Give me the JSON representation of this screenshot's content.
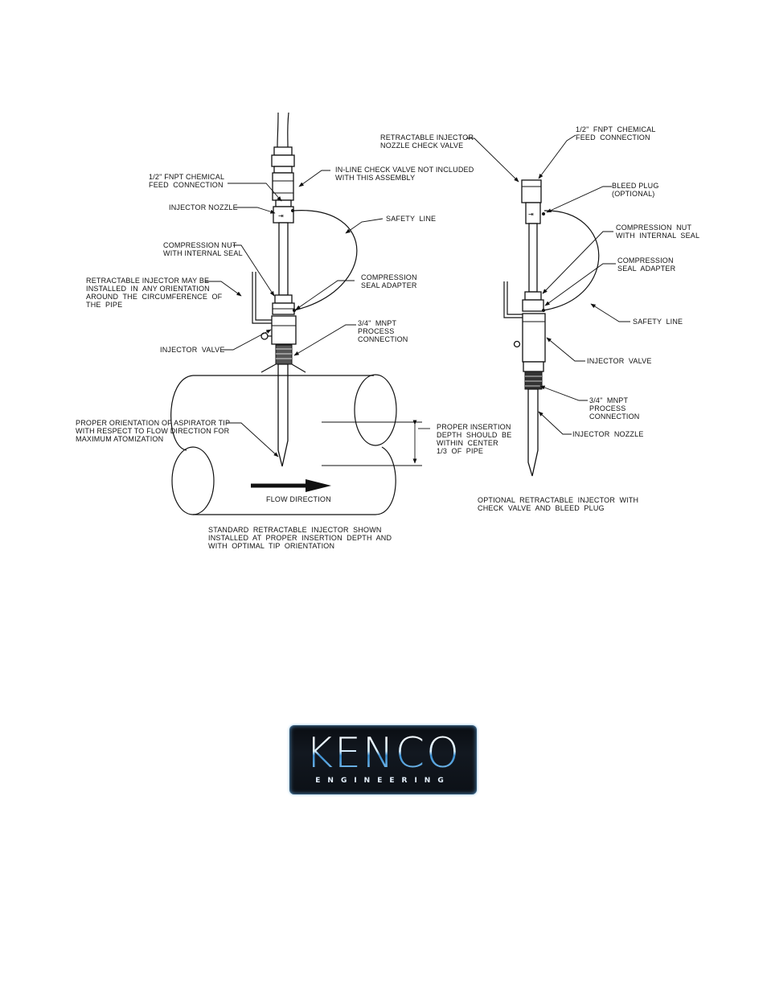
{
  "left_diagram": {
    "labels": {
      "chem_feed": "1/2\" FNPT CHEMICAL\nFEED  CONNECTION",
      "inline_check": "IN-LINE CHECK VALVE NOT INCLUDED\nWITH THIS ASSEMBLY",
      "injector_nozzle": "INJECTOR NOZZLE",
      "safety_line": "SAFETY  LINE",
      "compression_nut": "COMPRESSION NUT\nWITH INTERNAL SEAL",
      "orientation_note": "RETRACTABLE INJECTOR MAY BE\nINSTALLED  IN  ANY ORIENTATION\nAROUND  THE  CIRCUMFERENCE  OF\nTHE  PIPE",
      "compression_adapter": "COMPRESSION\nSEAL ADAPTER",
      "injector_valve": "INJECTOR  VALVE",
      "process_conn": "3/4\"  MNPT\nPROCESS\nCONNECTION",
      "aspirator_tip": "PROPER ORIENTATION OF ASPIRATOR TIP\nWITH RESPECT TO FLOW DIRECTION FOR\nMAXIMUM ATOMIZATION",
      "insertion_depth": "PROPER INSERTION\nDEPTH  SHOULD  BE\nWITHIN  CENTER\n1/3  OF  PIPE",
      "flow_direction": "FLOW DIRECTION",
      "caption": "STANDARD  RETRACTABLE  INJECTOR  SHOWN\nINSTALLED  AT  PROPER  INSERTION  DEPTH  AND\nWITH  OPTIMAL  TIP  ORIENTATION"
    }
  },
  "right_diagram": {
    "labels": {
      "nozzle_check": "RETRACTABLE INJECTOR\nNOZZLE CHECK VALVE",
      "chem_feed": "1/2\"  FNPT  CHEMICAL\nFEED  CONNECTION",
      "bleed_plug": "BLEED PLUG\n(OPTIONAL)",
      "compression_nut": "COMPRESSION  NUT\nWITH  INTERNAL  SEAL",
      "compression_adapter": "COMPRESSION\nSEAL  ADAPTER",
      "safety_line": "SAFETY  LINE",
      "injector_valve": "INJECTOR  VALVE",
      "process_conn": "3/4\"  MNPT\nPROCESS\nCONNECTION",
      "injector_nozzle": "INJECTOR  NOZZLE",
      "caption": "OPTIONAL  RETRACTABLE  INJECTOR  WITH\nCHECK  VALVE  AND  BLEED  PLUG"
    }
  },
  "logo": {
    "word": "KENCO",
    "sub": "ENGINEERING",
    "colors": {
      "bg": "#0c1016",
      "accent": "#3a8fd1",
      "glow": "#7fb6df"
    }
  }
}
